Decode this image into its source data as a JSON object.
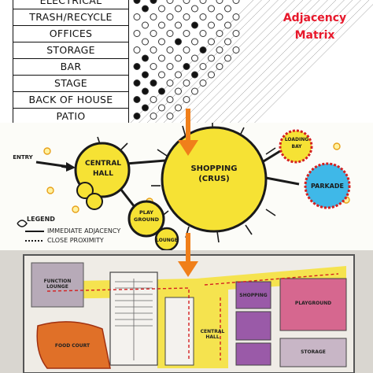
{
  "matrix": {
    "title_line1": "Adjacency",
    "title_line2": "Matrix",
    "rows": [
      "ELECTRICAL",
      "TRASH/RECYCLE",
      "OFFICES",
      "STORAGE",
      "BAR",
      "STAGE",
      "BACK OF HOUSE",
      "PATIO"
    ],
    "title_color": "#e8182b"
  },
  "bubbles": {
    "entry": "ENTRY",
    "central_hall_1": "CENTRAL",
    "central_hall_2": "HALL",
    "shopping_1": "SHOPPING",
    "shopping_2": "(CRUS)",
    "loading_1": "LOADING",
    "loading_2": "BAY",
    "parkade": "PARKADE",
    "playground_1": "PLAY",
    "playground_2": "GROUND",
    "lounge": "LOUNGE",
    "legend_title": "LEGEND",
    "legend_immediate": "IMMEDIATE ADJACENCY",
    "legend_close": "CLOSE PROXIMITY",
    "bubble_color": "#f6e234",
    "parkade_color": "#3fb8e8"
  },
  "plan": {
    "room_labels": [
      "FUNCTION LOUNGE",
      "CENTRAL HALL",
      "SHOPPING",
      "STORAGE",
      "PLAYGROUND",
      "FOOD COURT"
    ],
    "bubble_color": "#f6e234"
  },
  "arrow_color": "#f07f1a"
}
